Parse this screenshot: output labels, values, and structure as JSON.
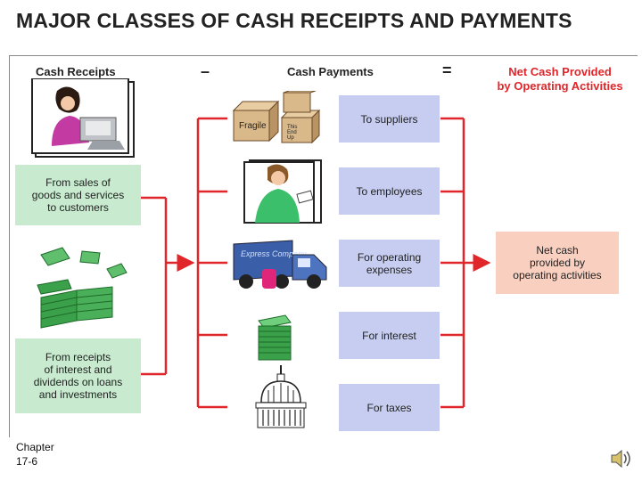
{
  "title": "MAJOR CLASSES OF CASH RECEIPTS AND PAYMENTS",
  "headers": {
    "receipts": "Cash Receipts",
    "minus": "–",
    "payments": "Cash Payments",
    "equals": "=",
    "net_line1": "Net Cash Provided",
    "net_line2": "by Operating Activities"
  },
  "receipts": {
    "sales": [
      "From sales of",
      "goods and services",
      "to customers"
    ],
    "interest": [
      "From receipts",
      "of interest and",
      "dividends on loans",
      "and investments"
    ]
  },
  "payments": [
    {
      "label": "To suppliers"
    },
    {
      "label": "To employees"
    },
    {
      "label": [
        "For operating",
        "expenses"
      ]
    },
    {
      "label": "For interest"
    },
    {
      "label": "For taxes"
    }
  ],
  "net": [
    "Net cash",
    "provided by",
    "operating activities"
  ],
  "box_labels": {
    "fragile": "Fragile",
    "this_end_up": [
      "This",
      "End",
      "Up"
    ],
    "truck_logo": "Express Company"
  },
  "footer": {
    "line1": "Chapter",
    "line2": "17-6"
  },
  "colors": {
    "arrow": "#e0262a",
    "receipt_box": "#c8ebcf",
    "payment_box": "#c6cdf0",
    "net_box": "#f9d0c0",
    "money": "#3aa04a"
  }
}
